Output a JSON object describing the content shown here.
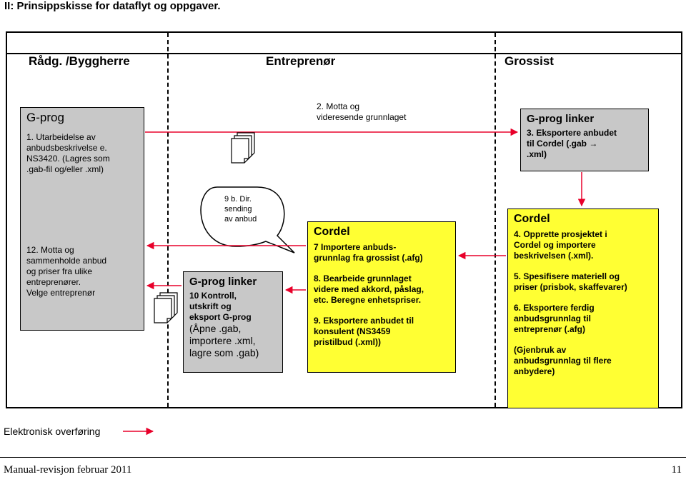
{
  "title": "II:  Prinsippskisse for dataflyt og oppgaver.",
  "lanes": [
    "Rådg. /Byggherre",
    "Entreprenør",
    "Grossist"
  ],
  "boxes": {
    "gprog_left": {
      "heading": "G-prog",
      "step1": "1. Utarbeidelse av\nanbudsbeskrivelse e.\nNS3420. (Lagres som\n.gab-fil og/eller .xml)",
      "step12": "12. Motta og\nsammenholde anbud\nog priser fra ulike\nentreprenører.\nVelge entreprenør"
    },
    "gprog_linker_mid": {
      "heading": "G-prog linker",
      "bold": "10 Kontroll,\nutskrift og\neksport G-prog",
      "normal": "(Åpne .gab,\nimportere .xml,\nlagre som .gab)"
    },
    "cordel_mid": {
      "heading": "Cordel",
      "step7": "7 Importere  anbuds-\ngrunnlag fra grossist (.afg)",
      "step8": "8. Bearbeide grunnlaget\nvidere med akkord, påslag,\netc. Beregne enhetspriser.",
      "step9": "9. Eksportere anbudet til\nkonsulent (NS3459\npristilbud (.xml))"
    },
    "gprog_linker_right": {
      "heading": "G-prog linker",
      "step3": "3. Eksportere anbudet\ntil Cordel (.gab →\n.xml)"
    },
    "cordel_right": {
      "heading": "Cordel",
      "step4": "4. Opprette prosjektet i\nCordel og importere\nbeskrivelsen (.xml).",
      "step5": "5. Spesifisere materiell og\npriser (prisbok, skaffevarer)",
      "step6": "6. Eksportere  ferdig\nanbudsgrunnlag  til\nentreprenør (.afg)",
      "gjenbruk": "(Gjenbruk av\nanbudsgrunnlag til flere\nanbydere)"
    }
  },
  "notes": {
    "step2": "2. Motta og\nvideresende grunnlaget",
    "step9b": "9 b. Dir.\nsending\nav anbud"
  },
  "legend": "Elektronisk overføring",
  "footer": "Manual-revisjon februar 2011",
  "page_number": "11",
  "colors": {
    "arrow": "#e8002a",
    "gray_box": "#c8c8c8",
    "yellow_box": "#ffff33"
  }
}
